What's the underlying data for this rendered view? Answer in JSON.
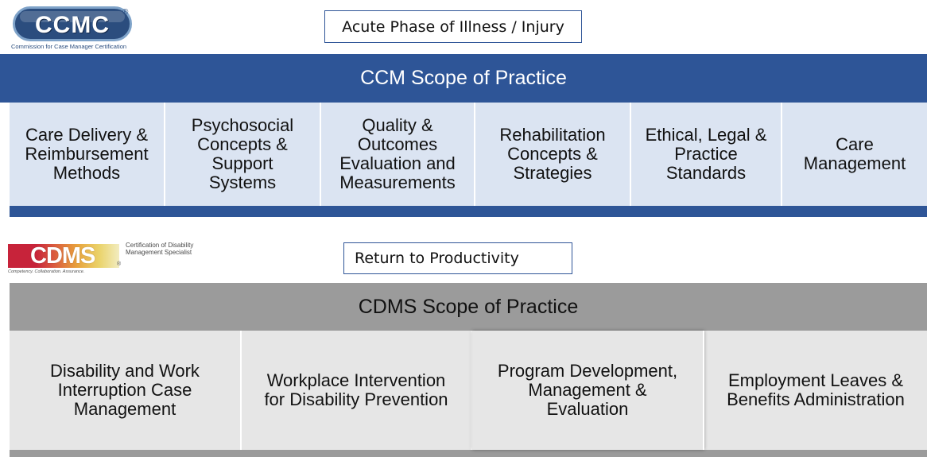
{
  "ccmc_logo": {
    "mark": "CCMC",
    "registered": "®",
    "tagline": "Commission for Case Manager Certification"
  },
  "ccm": {
    "phase_label": "Acute Phase of Illness / Injury",
    "header": "CCM  Scope of Practice",
    "domains": [
      "Care Delivery &\nReimbursement\nMethods",
      "Psychosocial\nConcepts &\nSupport\nSystems",
      "Quality &\nOutcomes\nEvaluation and\nMeasurements",
      "Rehabilitation\nConcepts &\nStrategies",
      "Ethical, Legal &\nPractice\nStandards",
      "Care\nManagement"
    ],
    "colors": {
      "header": "#2e5597",
      "cell": "#dbe4f2"
    }
  },
  "cdms_logo": {
    "mark": "CDMS",
    "registered": "®",
    "name": "Certification of Disability\nManagement Specialist",
    "tagline": "Competency. Collaboration. Assurance."
  },
  "cdms": {
    "phase_label": "Return to Productivity",
    "header": "CDMS  Scope of Practice",
    "domains": [
      "Disability and Work\nInterruption Case\nManagement",
      "Workplace Intervention\nfor Disability Prevention",
      "Program Development,\nManagement &\nEvaluation",
      "Employment Leaves &\nBenefits Administration"
    ],
    "colors": {
      "header": "#9b9b9b",
      "cell": "#e6e6e6"
    }
  }
}
